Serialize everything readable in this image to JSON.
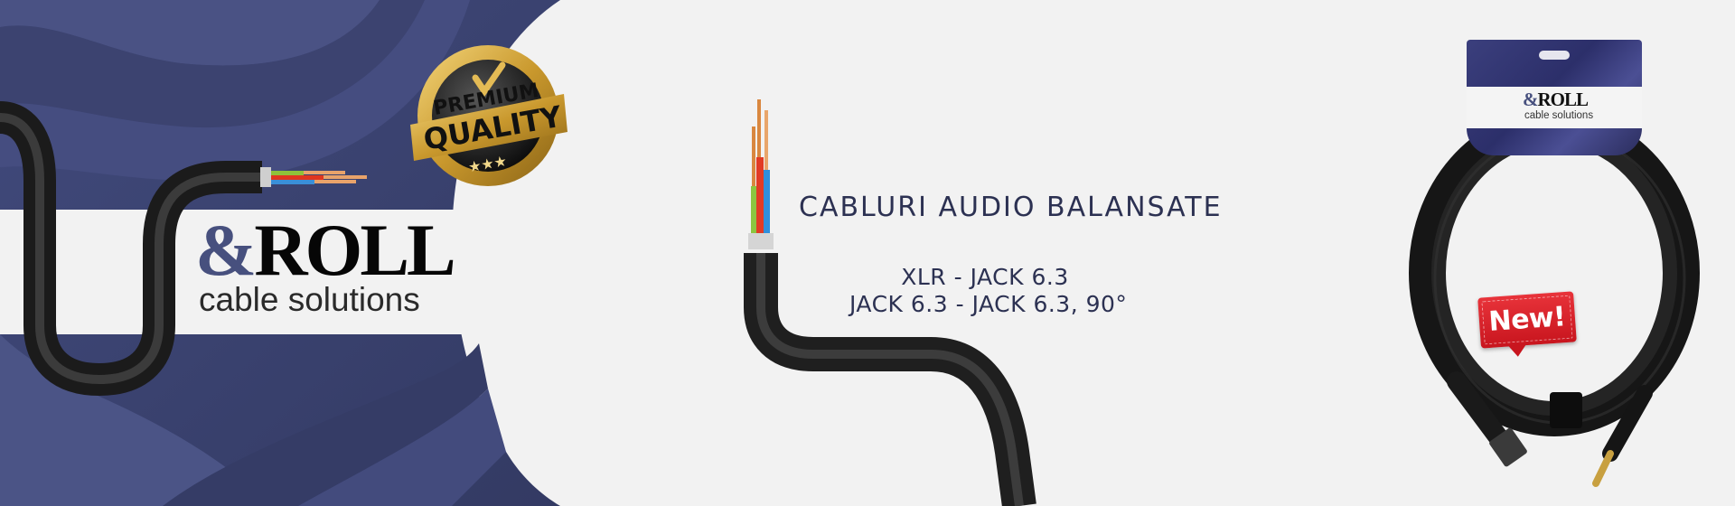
{
  "colors": {
    "navy_background": "#3d4470",
    "navy_light_wave": "#4a5284",
    "light_background": "#f2f2f2",
    "white_band": "#f2f2f2",
    "logo_ampersand": "#47507e",
    "logo_roll": "#060606",
    "headline_text": "#2c3152",
    "badge_gold": "#d4a93a",
    "new_badge_red": "#d9252c"
  },
  "brand": {
    "ampersand": "&",
    "name": "ROLL",
    "tagline": "cable solutions"
  },
  "badge": {
    "ring_text": "PREMIUM QUALITY ★★★ PREMIUM QUALITY",
    "line1": "PREMIUM",
    "line2": "QUALITY",
    "stars": "★★★",
    "check": "✓"
  },
  "headline": {
    "title": "CABLURI AUDIO BALANSATE",
    "lines": [
      "XLR - JACK 6.3",
      "JACK 6.3 - JACK 6.3, 90°"
    ]
  },
  "product": {
    "tag_brand_ampersand": "&",
    "tag_brand_name": "ROLL",
    "tag_tagline": "cable solutions",
    "new_label": "New!"
  }
}
